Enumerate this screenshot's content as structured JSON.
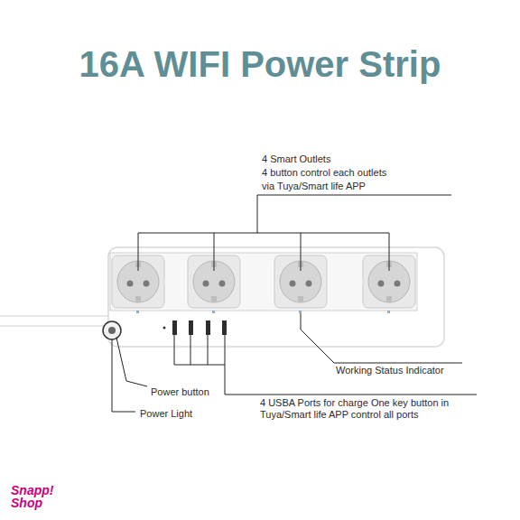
{
  "diagram": {
    "title": "16A WIFI Power Strip",
    "labels": [
      "4 Smart Outlets",
      "4 button control each outlets",
      "via Tuya/Smart life APP",
      "Working Status Indicator",
      "Power button",
      "Power Light",
      "4 USBA Ports for charge One key button in",
      "Tuya/Smart life APP control all ports",
      "Snapp!",
      "Shop"
    ]
  }
}
